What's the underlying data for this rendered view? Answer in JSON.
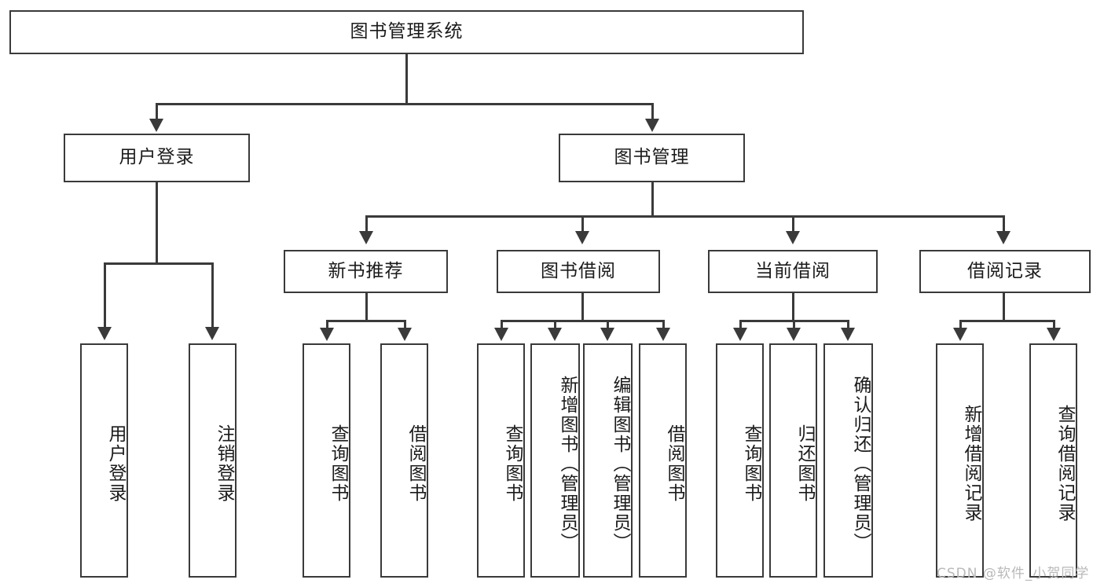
{
  "diagram": {
    "title": "图书管理系统",
    "type": "tree-hierarchy",
    "root": {
      "label": "图书管理系统"
    },
    "level2": [
      {
        "label": "用户登录"
      },
      {
        "label": "图书管理"
      }
    ],
    "level3": [
      {
        "label": "新书推荐"
      },
      {
        "label": "图书借阅"
      },
      {
        "label": "当前借阅"
      },
      {
        "label": "借阅记录"
      }
    ],
    "leaves": {
      "user_login": [
        {
          "label": "用户登录"
        },
        {
          "label": "注销登录"
        }
      ],
      "new_book_recommend": [
        {
          "label": "查询图书"
        },
        {
          "label": "借阅图书"
        }
      ],
      "book_borrow": [
        {
          "label": "查询图书"
        },
        {
          "label": "新增图书（管理员）"
        },
        {
          "label": "编辑图书（管理员）"
        },
        {
          "label": "借阅图书"
        }
      ],
      "current_borrow": [
        {
          "label": "查询图书"
        },
        {
          "label": "归还图书"
        },
        {
          "label": "确认归还（管理员）"
        }
      ],
      "borrow_record": [
        {
          "label": "新增借阅记录"
        },
        {
          "label": "查询借阅记录"
        }
      ]
    }
  },
  "watermark": {
    "text": "CSDN @软件_小贺同学"
  },
  "colors": {
    "stroke": "#3a3a3a",
    "text": "#1b1b1b",
    "background": "#ffffff",
    "watermark": "#b9b9b9"
  }
}
